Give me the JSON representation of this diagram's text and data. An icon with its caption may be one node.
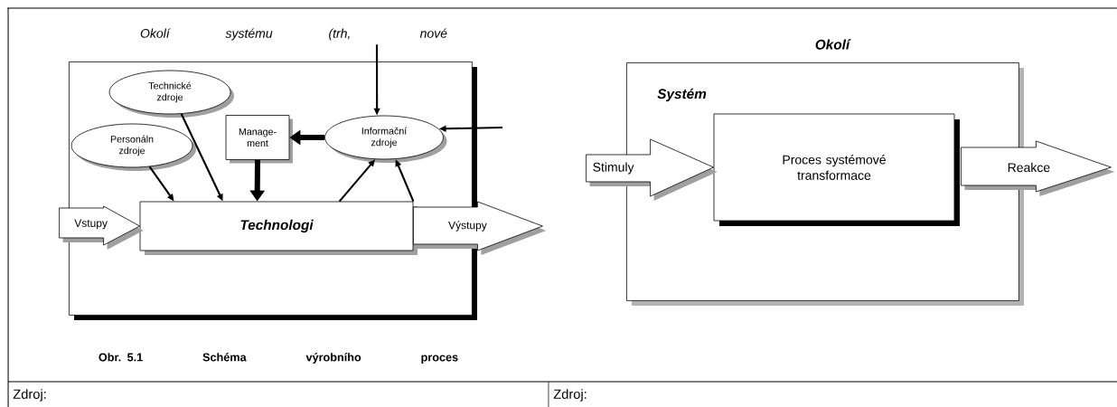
{
  "diagram": {
    "nodes": [
      {
        "text": [
          "Okolí systému (trh, nové"
        ]
      },
      {
        "text": [],
        "shape": "box"
      },
      {
        "text": [
          "Technické zdroje"
        ],
        "in": 1
      },
      {
        "text": [
          "Personáln zdroje"
        ],
        "in": 1
      },
      {
        "text": [
          "Manage- ment"
        ],
        "in": 1
      },
      {
        "text": [
          "Informační zdroje"
        ],
        "in": 1
      },
      {
        "text": [
          "Technologi"
        ],
        "in": 1
      },
      {
        "text": [
          "Systém"
        ]
      },
      {
        "text": [
          "Proces systémové transformace"
        ],
        "in": 7
      }
    ],
    "edges": [
      {
        "from": 3,
        "to": 6,
        "arrow": "to"
      },
      {
        "from": 2,
        "to": 6,
        "arrow": "to"
      },
      {
        "from": 4,
        "to": 6,
        "arrow": "to",
        "style": "thick"
      },
      {
        "from": 5,
        "to": 4,
        "arrow": "to",
        "style": "thick"
      },
      {
        "from": 6,
        "to": 5,
        "arrow": "to"
      },
      {
        "from": 6,
        "to": 5,
        "arrow": "to"
      },
      {
        "from": 0,
        "to": 5,
        "arrow": "to"
      },
      {
        "from": null,
        "to": 5,
        "arrow": "to"
      },
      {
        "from": null,
        "to": 6,
        "arrow": "to",
        "label": "Vstupy"
      },
      {
        "from": 6,
        "to": null,
        "arrow": "to",
        "label": "Výstupy"
      },
      {
        "from": null,
        "to": 8,
        "arrow": "to",
        "label": "Stimuly"
      },
      {
        "from": 8,
        "to": null,
        "arrow": "to",
        "label": "Reakce"
      }
    ],
    "labels": [
      "Okolí",
      "Obr. 5.1 Schéma výrobního proces",
      "Zdroj:",
      "Zdroj:"
    ]
  }
}
